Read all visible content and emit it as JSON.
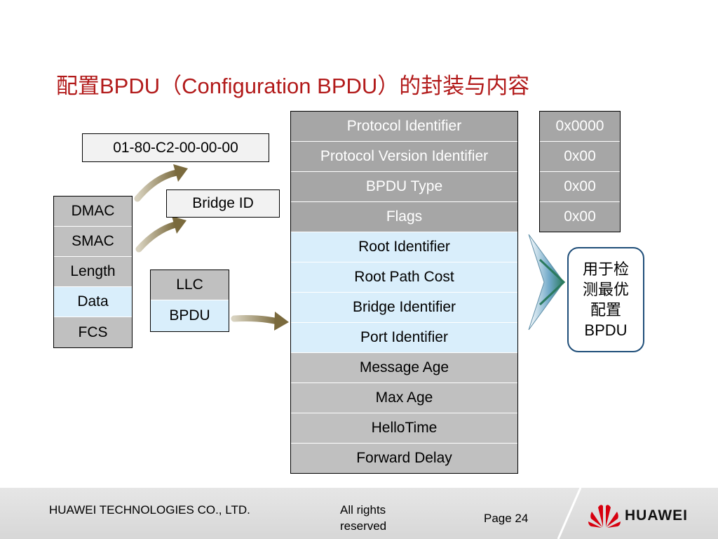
{
  "title": "配置BPDU（Configuration BPDU）的封装与内容",
  "mac_address": "01-80-C2-00-00-00",
  "bridge_id_label": "Bridge ID",
  "frame_fields": [
    "DMAC",
    "SMAC",
    "Length",
    "Data",
    "FCS"
  ],
  "llc_fields": [
    "LLC",
    "BPDU"
  ],
  "bpdu_fields": [
    "Protocol Identifier",
    "Protocol Version Identifier",
    "BPDU Type",
    "Flags",
    "Root Identifier",
    "Root Path Cost",
    "Bridge Identifier",
    "Port Identifier",
    "Message Age",
    "Max Age",
    "HelloTime",
    "Forward Delay"
  ],
  "field_values": [
    "0x0000",
    "0x00",
    "0x00",
    "0x00"
  ],
  "callout": {
    "line1": "用于检",
    "line2": "测最优",
    "line3": "配置",
    "line4": "BPDU"
  },
  "footer": {
    "company": "HUAWEI TECHNOLOGIES CO., LTD.",
    "rights": "All rights reserved",
    "page": "Page 24",
    "brand": "HUAWEI"
  },
  "colors": {
    "title": "#b21a1a",
    "grey_cell": "#c0c0c0",
    "dark_grey_cell": "#a6a6a6",
    "highlight_cell": "#d9eefb",
    "arrow": "#8c7a4b",
    "logo": "#d7000f"
  }
}
